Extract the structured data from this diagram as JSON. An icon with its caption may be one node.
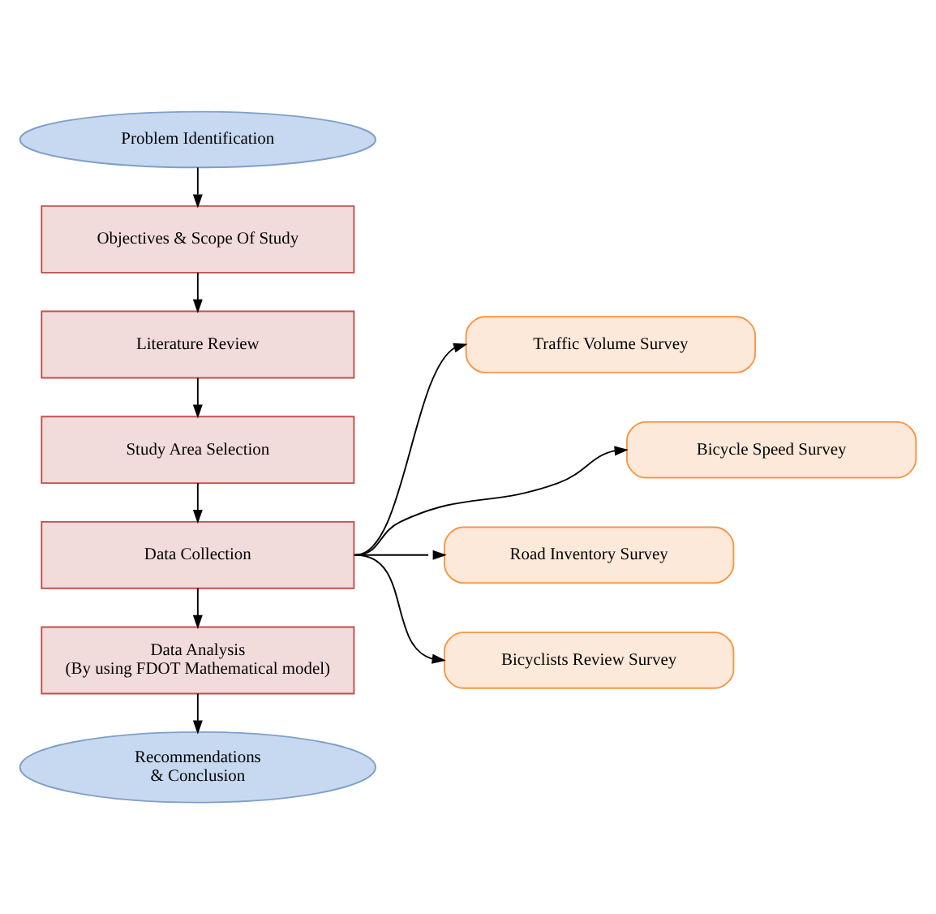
{
  "diagram": {
    "nodes": [
      {
        "text": [
          "Problem Identification"
        ]
      },
      {
        "text": [
          "Objectives & Scope Of Study"
        ]
      },
      {
        "text": [
          "Literature Review"
        ]
      },
      {
        "text": [
          "Study Area Selection"
        ]
      },
      {
        "text": [
          "Data Collection"
        ]
      },
      {
        "text": [
          "Data Analysis (By using FDOT Mathematical model)"
        ]
      },
      {
        "text": [
          "Recommendations & Conclusion"
        ]
      },
      {
        "text": [
          "Traffic Volume Survey"
        ]
      },
      {
        "text": [
          "Bicycle Speed Survey"
        ]
      },
      {
        "text": [
          "Road Inventory Survey"
        ]
      },
      {
        "text": [
          "Bicyclists Review Survey"
        ]
      }
    ],
    "edges": [
      {
        "from": 0,
        "to": 1,
        "arrow": "to"
      },
      {
        "from": 1,
        "to": 2,
        "arrow": "to"
      },
      {
        "from": 2,
        "to": 3,
        "arrow": "to"
      },
      {
        "from": 3,
        "to": 4,
        "arrow": "to"
      },
      {
        "from": 4,
        "to": 5,
        "arrow": "to"
      },
      {
        "from": 5,
        "to": 6,
        "arrow": "to"
      },
      {
        "from": 4,
        "to": 7,
        "arrow": "to"
      },
      {
        "from": 4,
        "to": 8,
        "arrow": "to"
      },
      {
        "from": 4,
        "to": 9,
        "arrow": "to"
      },
      {
        "from": 4,
        "to": 10,
        "arrow": "to"
      }
    ]
  }
}
